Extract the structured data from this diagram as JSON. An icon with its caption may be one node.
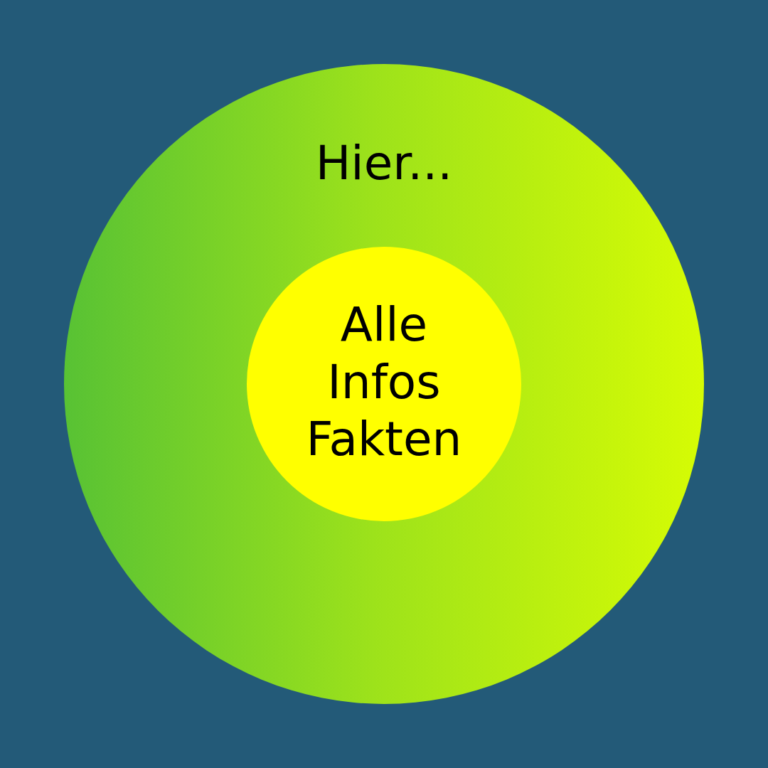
{
  "diagram": {
    "nodes": [
      {
        "text": [
          "Hier..."
        ]
      },
      {
        "text": [
          "Alle Infos Fakten"
        ],
        "in": 0
      }
    ]
  }
}
